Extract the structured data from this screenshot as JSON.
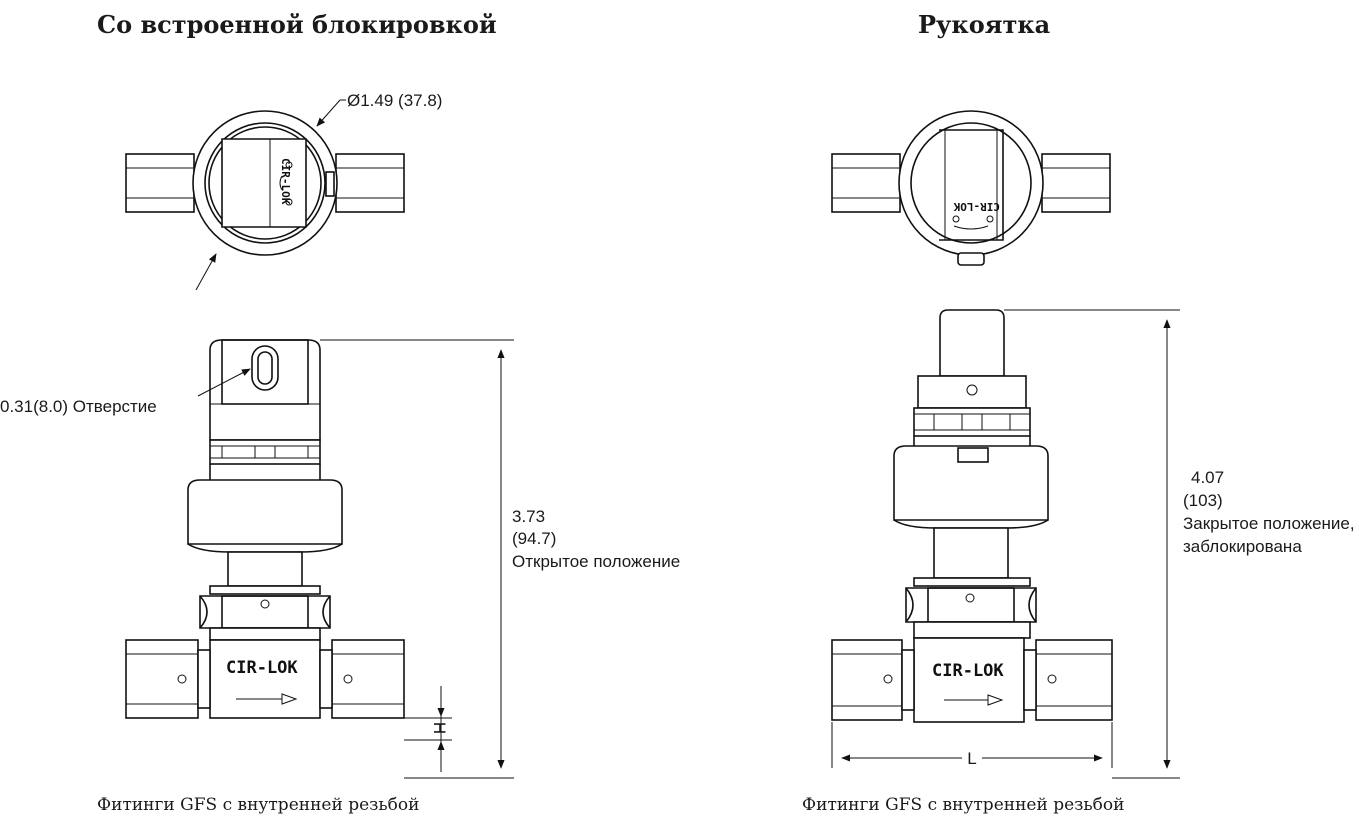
{
  "left_view": {
    "title": "Со встроенной блокировкой",
    "diameter_label": "Ø1.49 (37.8)",
    "hole_label": "0.31(8.0) Отверстие",
    "height_value": "3.73",
    "height_value_mm": "(94.7)",
    "height_note": "Открытое положение",
    "h_label": "H",
    "logo_text": "CIR-LOK",
    "caption": "Фитинги GFS с внутренней резьбой"
  },
  "right_view": {
    "title": "Рукоятка",
    "height_value": "4.07",
    "height_value_mm": "(103)",
    "height_note_line1": "Закрытое положение,",
    "height_note_line2": "заблокирована",
    "l_label": "L",
    "logo_text": "CIR-LOK",
    "caption": "Фитинги GFS с внутренней резьбой"
  }
}
